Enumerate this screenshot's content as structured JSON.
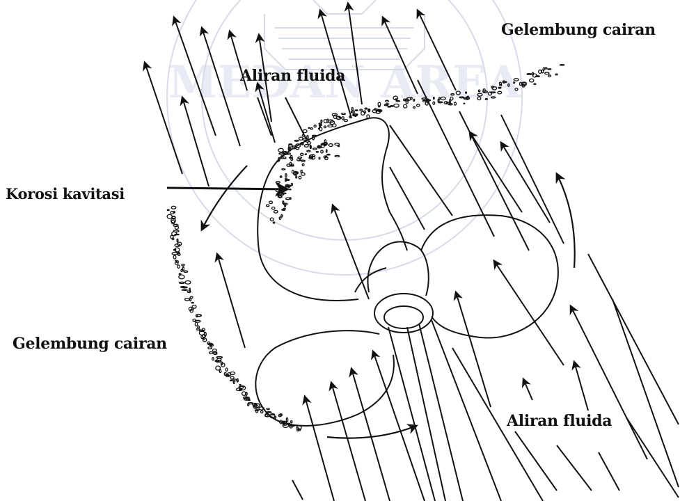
{
  "diagram": {
    "labels": {
      "bubble_top": "Gelembung cairan",
      "flow_top": "Aliran fluida",
      "corrosion": "Korosi kavitasi",
      "bubble_left": "Gelembung cairan",
      "flow_bottom": "Aliran fluida"
    },
    "watermark_text": "MEDAN AREA"
  }
}
